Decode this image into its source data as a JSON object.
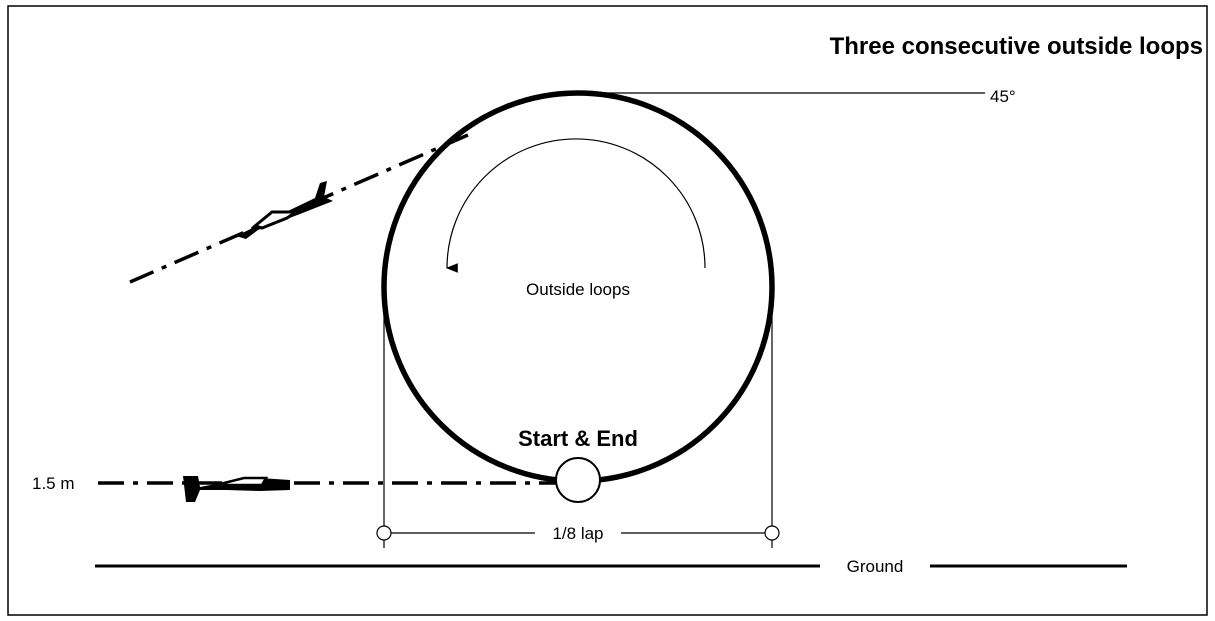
{
  "title": "Three consecutive outside loops",
  "labels": {
    "angle": "45°",
    "inner": "Outside loops",
    "start_end": "Start & End",
    "height": "1.5 m",
    "lap": "1/8 lap",
    "ground": "Ground"
  },
  "colors": {
    "line": "#000000",
    "background": "#ffffff"
  }
}
